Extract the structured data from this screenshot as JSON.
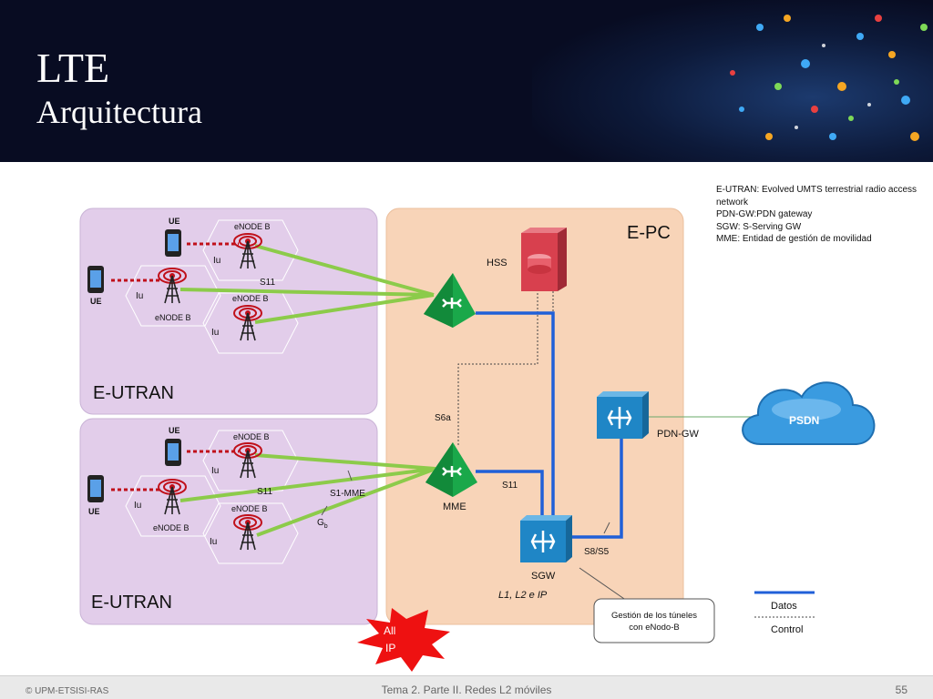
{
  "header": {
    "title": "LTE",
    "subtitle": "Arquitectura"
  },
  "legend_text": [
    "E-UTRAN: Evolved UMTS terrestrial radio access network",
    "PDN-GW:PDN  gateway",
    "SGW: S-Serving GW",
    "MME: Entidad de gestión de movilidad"
  ],
  "diagram": {
    "eutran_top_label": "E-UTRAN",
    "eutran_bottom_label": "E-UTRAN",
    "epc_label": "E-PC",
    "ue_label": "UE",
    "enodeb_label": "eNODE B",
    "iu_label": "Iu",
    "s11_label": "S11",
    "s1_mme_label": "S1-MME",
    "gb_label": "G",
    "gb_sub": "b",
    "hss_label": "HSS",
    "s6a_label": "S6a",
    "mme_label": "MME",
    "sgw_label": "SGW",
    "pdngw_label": "PDN-GW",
    "s8s5_label": "S8/S5",
    "psdn_label": "PSDN",
    "l1l2ip_label": "L1, L2 e IP",
    "callout_line1": "Gestión de los túneles",
    "callout_line2": "con eNodo-B",
    "all_ip_line1": "All",
    "all_ip_line2": "IP",
    "legend_datos": "Datos",
    "legend_control": "Control"
  },
  "colors": {
    "header_bg": "#080c22",
    "eutran_bg": "#e2cdea",
    "epc_bg": "#f8d4b8",
    "data_line": "#2060d8",
    "s1_line": "#8ccb4a",
    "iu_line": "#c0101a",
    "mme_green": "#1aa84a",
    "router_blue": "#1f86c6",
    "hss_red": "#d8404e",
    "cloud_blue": "#3a9be0",
    "all_ip_red": "#ee1111"
  },
  "footer": {
    "copyright": "© UPM-ETSISI-RAS",
    "course": "Tema 2. Parte II. Redes L2 móviles",
    "page": "55"
  }
}
